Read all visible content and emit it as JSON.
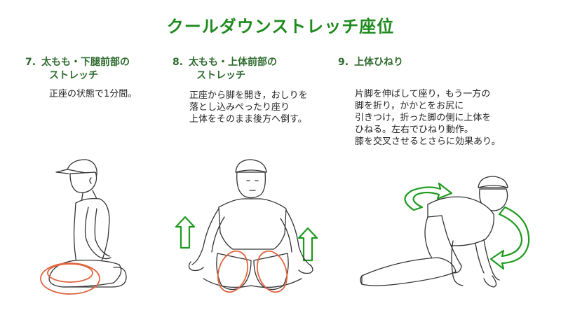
{
  "title": "クールダウンストレッチ座位",
  "sections": [
    {
      "number": "7.",
      "heading_line1": "太もも・下腿前部の",
      "heading_line2": "ストレッチ",
      "description": "正座の状態で1分間。"
    },
    {
      "number": "8.",
      "heading_line1": "太もも・上体前部の",
      "heading_line2": "ストレッチ",
      "description": "正座から脚を開き，おしりを\n落とし込みぺったり座り\n上体をそのまま後方へ倒す。"
    },
    {
      "number": "9.",
      "heading_line1": "上体ひねり",
      "heading_line2": "",
      "description": "片脚を伸ばして座り，もう一方の\n脚を折り，かかとをお尻に\n引きつけ，折った脚の側に上体を\nひねる。左右でひねり動作。\n膝を交叉させるとさらに効果あり。"
    }
  ],
  "colors": {
    "title": "#1f8a1f",
    "heading": "#2e6b2e",
    "highlight": "#e0643c",
    "arrow": "#1e9a1e"
  },
  "icons": {
    "figure7": "kneeling-seiza-figure",
    "figure8": "splayed-seated-figure",
    "figure9": "seated-twist-figure",
    "up_arrow": "up-arrow-icon",
    "curved_arrow": "curved-rotation-arrow-icon"
  }
}
